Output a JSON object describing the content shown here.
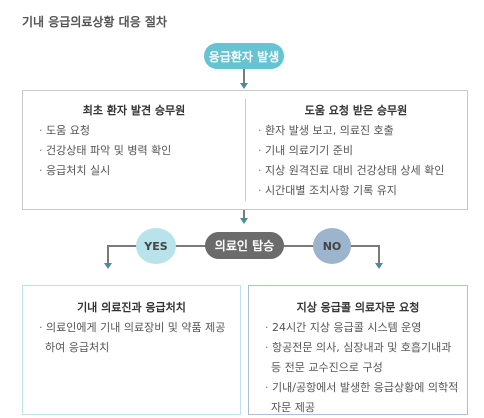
{
  "title": "기내 응급의료상황 대응 절차",
  "start": "응급환자 발생",
  "first_responder": {
    "title": "최초 환자 발견 승무원",
    "items": [
      "도움 요청",
      "건강상태 파악 및 병력 확인",
      "응급처치 실시"
    ]
  },
  "support_responder": {
    "title": "도움 요청 받은 승무원",
    "items": [
      "환자 발생 보고, 의료진 호출",
      "기내 의료기기 준비",
      "지상 원격진료 대비 건강상태 상세 확인",
      "시간대별 조치사항 기록 유지"
    ]
  },
  "decision": {
    "question": "의료인 탑승",
    "yes": "YES",
    "no": "NO"
  },
  "yes_path": {
    "title": "기내 의료진과 응급처치",
    "items": [
      "의료인에게 기내 의료장비 및 약품 제공하여 응급처치"
    ]
  },
  "no_path": {
    "title": "지상 응급콜 의료자문 요청",
    "items": [
      "24시간 지상 응급콜 시스템 운영",
      "항공전문 의사, 심장내과 및 호흡기내과 등 전문 교수진으로 구성",
      "기내/공항에서 발생한 응급상황에 의학적 자문 제공"
    ]
  },
  "colors": {
    "start_pill": "#66c4d2",
    "decision_pill": "#6b6b6b",
    "yes_circle": "#b8e3ea",
    "no_circle": "#9cb4cd",
    "arrow": "#4e8a9c"
  }
}
